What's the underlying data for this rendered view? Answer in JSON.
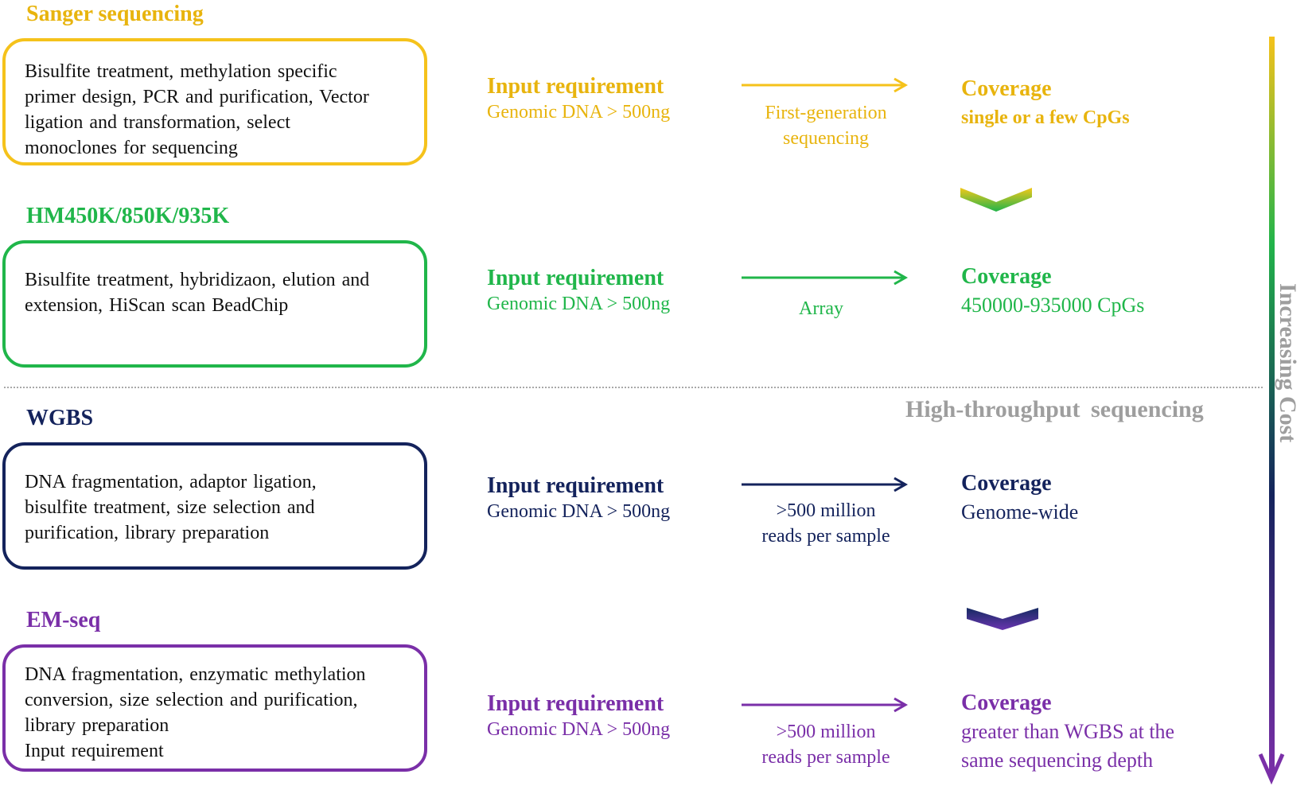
{
  "colors": {
    "sanger": "#f5c21b",
    "sanger_text": "#e8b40e",
    "array": "#20b64a",
    "wgbs": "#14235c",
    "emseq": "#7a2fa8",
    "gray": "#9e9e9e"
  },
  "sections": [
    {
      "title": "Sanger sequencing",
      "box_lines": [
        "Bisulfite treatment, methylation specific",
        "primer design, PCR and purification, Vector",
        "ligation and transformation, select",
        "monoclones for sequencing"
      ],
      "input_title": "Input requirement",
      "input_value": "Genomic DNA > 500ng",
      "arrow_label_lines": [
        "First-generation",
        "sequencing"
      ],
      "coverage_title": "Coverage",
      "coverage_lines": [
        "single or a few CpGs"
      ]
    },
    {
      "title": "HM450K/850K/935K",
      "box_lines": [
        "Bisulfite treatment, hybridizaon, elution and",
        "extension, HiScan scan BeadChip"
      ],
      "input_title": "Input requirement",
      "input_value": "Genomic DNA > 500ng",
      "arrow_label_lines": [
        "Array"
      ],
      "coverage_title": "Coverage",
      "coverage_lines": [
        "450000-935000 CpGs"
      ]
    },
    {
      "title": "WGBS",
      "box_lines": [
        "DNA fragmentation, adaptor ligation,",
        "bisulfite treatment, size selection and",
        "purification, library preparation"
      ],
      "input_title": "Input requirement",
      "input_value": "Genomic DNA > 500ng",
      "arrow_label_lines": [
        ">500 million",
        "reads per sample"
      ],
      "coverage_title": "Coverage",
      "coverage_lines": [
        "Genome-wide"
      ]
    },
    {
      "title": "EM-seq",
      "box_lines": [
        "DNA fragmentation, enzymatic methylation",
        "conversion, size selection and purification,",
        "library preparation",
        "Input requirement"
      ],
      "input_title": "Input requirement",
      "input_value": "Genomic DNA > 500ng",
      "arrow_label_lines": [
        ">500 million",
        "reads per sample"
      ],
      "coverage_title": "Coverage",
      "coverage_lines": [
        "greater than WGBS at the",
        "same sequencing depth"
      ]
    }
  ],
  "divider_label": "High-throughput sequencing",
  "cost_label": "Increasing Cost"
}
